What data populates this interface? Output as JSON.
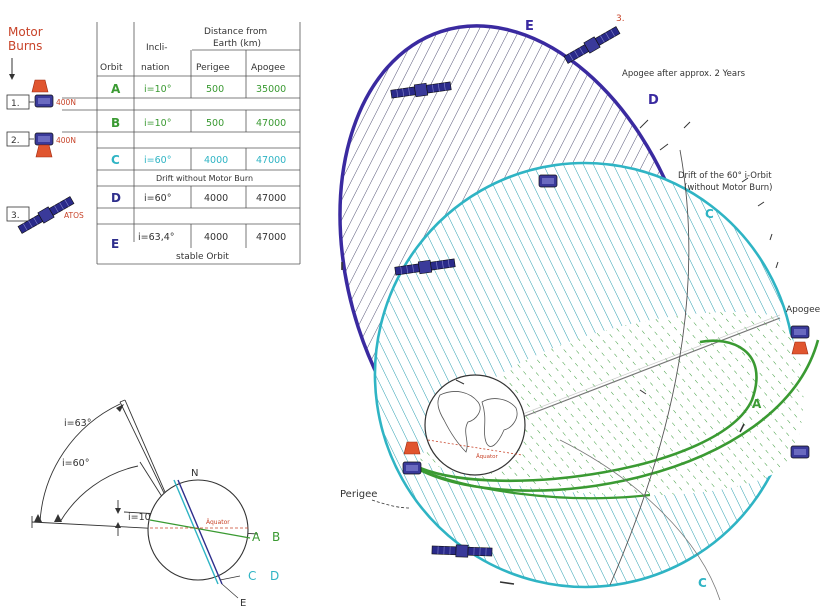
{
  "colors": {
    "red": "#c8442a",
    "green": "#3a9a32",
    "cyan": "#2fb4c4",
    "navy": "#2e2e8c",
    "purple": "#3a2aa0",
    "line": "#555555",
    "hatch_dark": "#555577",
    "hatch_cyan": "#2c9fb0",
    "hatch_green": "#3c9c3c"
  },
  "legend": {
    "motor_burns": [
      "Motor",
      "Burns"
    ],
    "burns": [
      {
        "step": "1.",
        "label": "400N"
      },
      {
        "step": "2.",
        "label": "400N"
      },
      {
        "step": "3.",
        "label": "ATOS"
      }
    ]
  },
  "table": {
    "head_orbit": "Orbit",
    "head_inclination": [
      "Incli-",
      "nation"
    ],
    "head_distance": [
      "Distance from",
      "Earth (km)"
    ],
    "head_perigee": "Perigee",
    "head_apogee": "Apogee",
    "rows": [
      {
        "orbit": "A",
        "incl": "i=10°",
        "perigee": "500",
        "apogee": "35000"
      },
      {
        "orbit": "B",
        "incl": "i=10°",
        "perigee": "500",
        "apogee": "47000"
      },
      {
        "orbit": "C",
        "incl": "i=60°",
        "perigee": "4000",
        "apogee": "47000"
      },
      {
        "orbit": "D",
        "incl": "i=60°",
        "perigee": "4000",
        "apogee": "47000"
      },
      {
        "orbit": "E",
        "incl": "i=63,4°",
        "perigee": "4000",
        "apogee": "47000"
      }
    ],
    "note_c": "Drift without Motor Burn",
    "note_e": "stable Orbit"
  },
  "inclination_diagram": {
    "angles": [
      "i=63°",
      "i=60°",
      "i=10°"
    ],
    "north": "N",
    "equator": "Äquator",
    "labels": [
      "A",
      "B",
      "C",
      "D",
      "E"
    ]
  },
  "orbit_diagram": {
    "label_E": "E",
    "label_D": "D",
    "label_C_upper": "C",
    "label_C_lower": "C",
    "label_A": "A",
    "step_3": "3.",
    "apogee_note": "Apogee after approx. 2 Years",
    "drift_note": [
      "Drift of the 60° i-Orbit",
      "(without Motor Burn)"
    ],
    "apogee_right": "Apogee",
    "perigee": "Perigee",
    "earth_equator": "Äquator"
  }
}
